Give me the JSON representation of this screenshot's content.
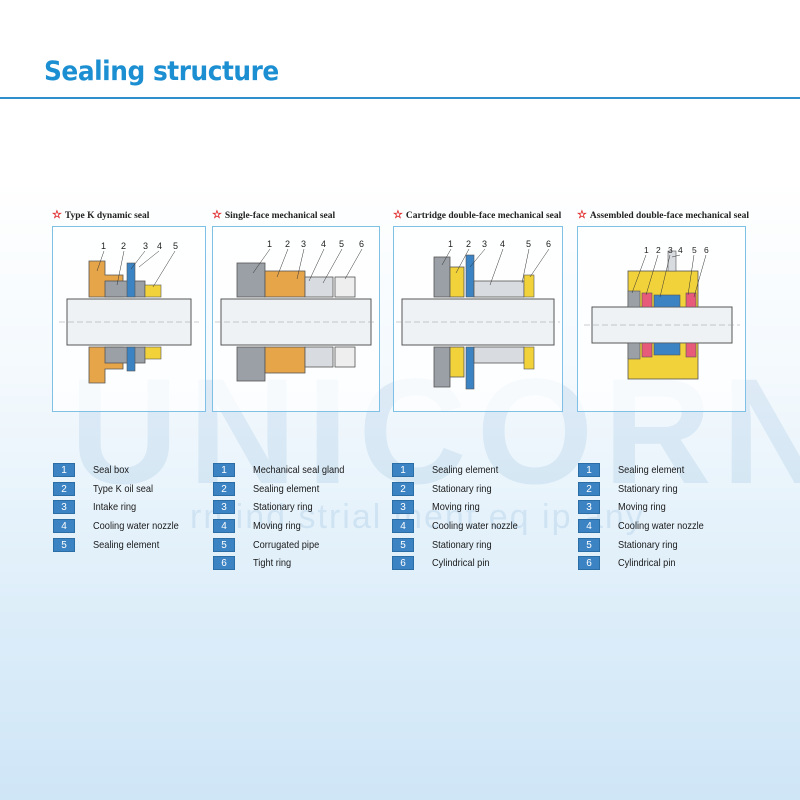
{
  "header": {
    "title": "Sealing structure"
  },
  "watermark": {
    "big": "UNICORN",
    "small": "rn ind strial                ment eq ip  any"
  },
  "panels": [
    {
      "title": "Type K dynamic  seal",
      "numbers": [
        "1",
        "2",
        "3",
        "4",
        "5"
      ],
      "legend": [
        {
          "num": "1",
          "label": "Seal box"
        },
        {
          "num": "2",
          "label": "Type K oil seal"
        },
        {
          "num": "3",
          "label": "Intake ring"
        },
        {
          "num": "4",
          "label": "Cooling water nozzle"
        },
        {
          "num": "5",
          "label": "Sealing element"
        }
      ]
    },
    {
      "title": "Single-face mechanical seal",
      "numbers": [
        "1",
        "2",
        "3",
        "4",
        "5",
        "6"
      ],
      "legend": [
        {
          "num": "1",
          "label": "Mechanical seal gland"
        },
        {
          "num": "2",
          "label": "Sealing element"
        },
        {
          "num": "3",
          "label": "Stationary ring"
        },
        {
          "num": "4",
          "label": "Moving ring"
        },
        {
          "num": "5",
          "label": "Corrugated pipe"
        },
        {
          "num": "6",
          "label": "Tight ring"
        }
      ]
    },
    {
      "title": "Cartridge double-face mechanical seal",
      "numbers": [
        "1",
        "2",
        "3",
        "4",
        "5",
        "6"
      ],
      "legend": [
        {
          "num": "1",
          "label": "Sealing element"
        },
        {
          "num": "2",
          "label": "Stationary ring"
        },
        {
          "num": "3",
          "label": "Moving ring"
        },
        {
          "num": "4",
          "label": "Cooling water nozzle"
        },
        {
          "num": "5",
          "label": "Stationary ring"
        },
        {
          "num": "6",
          "label": "Cylindrical pin"
        }
      ]
    },
    {
      "title": "Assembled double-face mechanical seal",
      "numbers": [
        "1",
        "2",
        "3",
        "4",
        "5",
        "6"
      ],
      "legend": [
        {
          "num": "1",
          "label": "Sealing element"
        },
        {
          "num": "2",
          "label": "Stationary ring"
        },
        {
          "num": "3",
          "label": "Moving ring"
        },
        {
          "num": "4",
          "label": "Cooling water nozzle"
        },
        {
          "num": "5",
          "label": "Stationary ring"
        },
        {
          "num": "6",
          "label": "Cylindrical pin"
        }
      ]
    }
  ],
  "colors": {
    "accent": "#1c8fd2",
    "rule": "#2e8fcc",
    "badge": "#3b83c3",
    "frame": "#7fc0e6",
    "star": "#e02020",
    "shaft": "#f2f4f6",
    "brass": "#e7a54a",
    "steel": "#9aa0a6",
    "yellow": "#f2d23a"
  }
}
